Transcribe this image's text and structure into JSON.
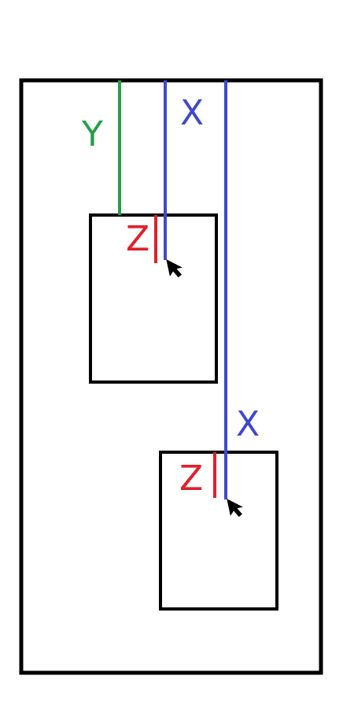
{
  "colors": {
    "background": "#ffffff",
    "frame": "#000000",
    "y_line": "#22a048",
    "x_line": "#3f48cc",
    "z_line": "#e0202a",
    "cursor": "#000000"
  },
  "labels": {
    "y": "Y",
    "x_upper": "X",
    "x_lower": "X",
    "z_upper": "Z",
    "z_lower": "Z"
  },
  "icons": {
    "cursor": "mouse-pointer-icon"
  }
}
